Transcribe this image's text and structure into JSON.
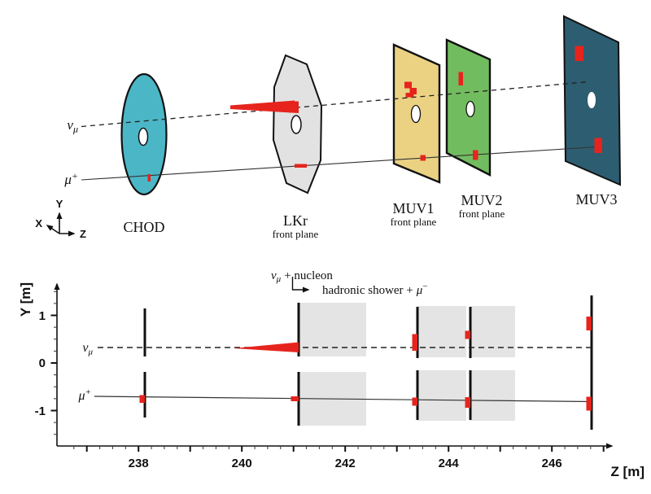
{
  "colors": {
    "chod": "#4bb6c6",
    "lkr": "#e2e2e2",
    "muv1": "#ebd283",
    "muv2": "#72bc60",
    "muv3": "#2d5d70",
    "hit": "#e6241d",
    "box": "#e4e4e4",
    "track": "#222222"
  },
  "particles": {
    "nu": "ν",
    "mu": "μ",
    "plus": "+",
    "minus": "−"
  },
  "top_panel": {
    "labels": {
      "chod": "CHOD",
      "lkr": "LKr",
      "muv1": "MUV1",
      "muv2": "MUV2",
      "muv3": "MUV3",
      "front_plane": "front plane"
    },
    "axis_triad": {
      "x": "X",
      "y": "Y",
      "z": "Z"
    }
  },
  "bottom_panel": {
    "ylabel": "Y [m]",
    "xlabel": "Z [m]",
    "x_tick_labels": [
      "238",
      "240",
      "242",
      "244",
      "246"
    ],
    "y_tick_labels": [
      "1",
      "0",
      "-1"
    ],
    "annotation_line1_rest": "+ nucleon",
    "annotation_line2_pre": "hadronic shower +"
  },
  "chart_data": {
    "type": "line",
    "title": "",
    "xlabel": "Z [m]",
    "ylabel": "Y [m]",
    "xlim": [
      236.5,
      247.3
    ],
    "ylim": [
      -1.5,
      1.5
    ],
    "x_major_ticks": [
      238,
      240,
      242,
      244,
      246
    ],
    "y_major_ticks": [
      1,
      0,
      -1
    ],
    "minor_tick_step_m": 0.25,
    "grid": false,
    "detector_planes_z_m": {
      "CHOD": 238.1,
      "LKr_front": 241.1,
      "MUV1_front": 243.4,
      "MUV2_front": 244.4,
      "MUV3": 246.8
    },
    "calorimeter_volumes_z_m": {
      "LKr": [
        241.1,
        242.4
      ],
      "MUV1": [
        243.4,
        244.3
      ],
      "MUV2": [
        244.4,
        245.2
      ]
    },
    "series": [
      {
        "name": "nu_mu",
        "style": "dashed",
        "points": [
          [
            237.3,
            0.32
          ],
          [
            246.8,
            0.32
          ]
        ]
      },
      {
        "name": "mu_plus",
        "style": "solid",
        "points": [
          [
            237.2,
            -0.7
          ],
          [
            246.8,
            -0.81
          ]
        ]
      }
    ],
    "hadronic_shower": {
      "z_start": 239.8,
      "z_end": 241.1,
      "y_m": 0.31
    },
    "hits_z_y_m": [
      [
        238.1,
        -0.74
      ],
      [
        241.1,
        -0.75
      ],
      [
        243.4,
        0.43
      ],
      [
        243.4,
        -0.79
      ],
      [
        244.4,
        0.57
      ],
      [
        244.4,
        -0.8
      ],
      [
        246.8,
        0.83
      ],
      [
        246.8,
        -0.79
      ]
    ]
  }
}
